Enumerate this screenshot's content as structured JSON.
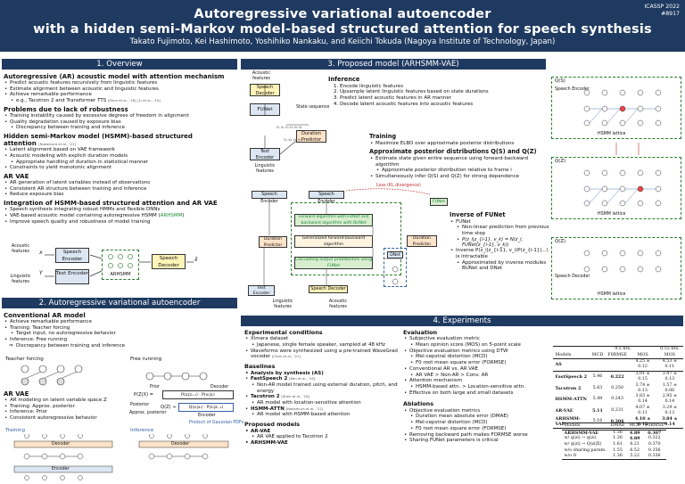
{
  "header": {
    "title_line1": "Autoregressive variational autoencoder",
    "title_line2": "with a hidden semi-Markov model-based structured attention for speech synthesis",
    "authors": "Takato Fujimoto, Kei Hashimoto, Yoshihiko Nankaku, and Keiichi Tokuda (Nagoya Institute of Technology, Japan)",
    "conference": "ICASSP 2022",
    "paper_id": "#8917"
  },
  "overview": {
    "title": "1. Overview",
    "h1": "Autoregressive (AR) acoustic model with attention mechanism",
    "b1": [
      "Predict acoustic features recursively from linguistic features",
      "Estimate alignment between acoustic and linguistic features",
      "Achieve remarkable performance"
    ],
    "b1_sub": "e.g., Tacotron 2 and Transformer TTS",
    "b1_sub_ref1": "[Shen et al., '18]",
    "b1_sub_ref2": "[Li et al., '19]",
    "h2": "Problems due to lack of robustness",
    "b2": [
      "Training instability caused by excessive degrees of freedom in alignment",
      "Quality degradation caused by exposure bias"
    ],
    "b2_sub": "Discrepancy between training and inference",
    "h3a": "Hidden semi-Markov model (HSMM)-based structured",
    "h3b": "attention",
    "h3_ref": "[Nakamura et al., '21]",
    "b3": [
      "Latent alignment based on VAE framework",
      "Acoustic modeling with explicit duration models"
    ],
    "b3_sub": "Appropriate handling of duration in statistical manner",
    "b3_last": "Constraints to yield monotonic alignment",
    "h4": "AR VAE",
    "b4": [
      "AR generation of latent variables instead of observations",
      "Consistent AR structure between training and inference",
      "Reduce exposure bias"
    ],
    "h5": "Integration of HSMM-based structured attention and AR VAE",
    "b5a": "Speech synthesis integrating robust HMMs and flexible DNNs",
    "b5b_pre": "VAE-based acoustic model containing autoregressive HSMM (",
    "b5b_green": "ARHSMM",
    "b5b_post": ")",
    "b5c": "Improve speech quality and robustness of model training",
    "diagram": {
      "acoustic_features": "Acoustic features",
      "x_top": "x",
      "x_hat": "x̂",
      "y_sym": "Y",
      "linguistic_features": "Linguistic features",
      "speech_encoder": "Speech Encoder",
      "text_encoder": "Text Encoder",
      "arhsmm": "ARHSMM",
      "speech_decoder": "Speech Decoder"
    }
  },
  "section2": {
    "title": "2. Autoregressive variational autoencoder",
    "h1": "Conventional AR model",
    "b1": [
      "Achieve remarkable performance",
      "Training: Teacher forcing"
    ],
    "b1_sub": "Target input, no autoregressive behavior",
    "b1_last": "Inference: Free running",
    "b1_arrow": "Discrepancy between training and inference",
    "teacher_forcing": "Teacher forcing",
    "free_running": "Free running",
    "h2": "AR VAE",
    "b2": [
      "AR modeling on latent variable space Z",
      "Training: Approx. posterior",
      "Inference: Prior",
      "Consistent autoregressive behavior"
    ],
    "prior_label": "Prior",
    "posterior_label": "Posterior",
    "approx_posterior": "Approx. posterior",
    "decoder_label": "Decoder",
    "encoder_label": "Encoder",
    "eq_prior": "P(Z|X) =",
    "eq_post": "Q(Z) ≈",
    "product_label": "Product of Gaussian PDFs",
    "training": "Training",
    "inference": "Inference",
    "decoder_bar": "Decoder",
    "encoder_bar": "Encoder"
  },
  "proposed": {
    "title": "3. Proposed model (ARHSMM-VAE)",
    "inference_title": "Inference",
    "inference_steps": [
      "1. Encode linguistic features",
      "2. Upsample latent linguistic features based on state durations",
      "3. Predict latent acoustic features in AR manner",
      "4. Decode latent acoustic features into acoustic features"
    ],
    "training_title": "Training",
    "training_items": [
      "Maximize ELBO over approximate posterior distributions"
    ],
    "approx_title": "Approximate posterior distributions Q(S) and Q(Z)",
    "approx_items": [
      "Estimate state given entire sequence using forward-backward algorithm",
      "Simultaneously infer Q(S) and Q(Z) for strong dependence"
    ],
    "approx_sub": "Approximate posterior distribution relative to frame i",
    "inverse_title": "Inverse of FUNet",
    "inverse_items": [
      "FUNet",
      "Inverse P(z_i|z_{i-1}, v_i)P(z_{i-1}|...) is intractable",
      "Approximated by inverse modules BUNet and DNet"
    ],
    "inverse_sub": "Non-linear prediction from previous time step",
    "funet_eq": "P(z_i|z_{i-1}, v_k) = N(z_i; FUNet(z_{i-1}, v_k))",
    "top_diagram": {
      "acoustic_features": "Acoustic features",
      "speech_decoder": "Speech Decoder",
      "funet": "FUNet",
      "state_sequence": "State sequence",
      "duration_predictor": "Duration Predictor",
      "text_encoder": "Text Encoder",
      "linguistic_features": "Linguistic features"
    },
    "mid_diagram": {
      "speech_encoder": "Speech Encoder",
      "loss": "Loss (KL divergence)",
      "fwd_bwd": "Forward algorithm with FUNet and backward algorithm with BUNet",
      "generalized_fb": "Generalized forward-backward algorithm",
      "duration_predictor": "Duration Predictor",
      "calc_output": "Calculating output probabilities using FUNet",
      "funet": "FUNet",
      "dnet": "DNet",
      "text_encoder": "Text Encoder",
      "speech_decoder": "Speech Decoder",
      "linguistic_features": "Linguistic features",
      "acoustic_features": "Acoustic features"
    },
    "state_graphs": {
      "p_label": "Q(S)",
      "q_label": "Q(Z)",
      "hsmm_label": "HSMM lattice",
      "speech_encoder": "Speech Encoder",
      "speech_decoder": "Speech Decoder"
    }
  },
  "experiments": {
    "title": "4. Experiments",
    "cond_title": "Experimental conditions",
    "cond_items": [
      "Ximera dataset",
      "Waveforms were synthesized using a pre-trained WaveGrad vocoder"
    ],
    "cond_sub": [
      "Japanese, single female speaker, sampled at 48 kHz"
    ],
    "cond_ref": "[Chen et al., '21]",
    "base_title": "Baselines",
    "base_items": [
      {
        "name": "Analysis by synthesis (AS)",
        "ref": "",
        "sub": ""
      },
      {
        "name": "FastSpeech 2",
        "ref": "[Ren et al., '20]",
        "sub": "Non-AR model trained using external duration, pitch, and energy"
      },
      {
        "name": "Tacotron 2",
        "ref": "[Shen et al., '18]",
        "sub": "AR model with location-sensitive attention"
      },
      {
        "name": "HSMM-ATTN",
        "ref": "[Nakamura et al., '21]",
        "sub": "AR model with HSMM-based attention"
      }
    ],
    "prop_title": "Proposed models",
    "prop_items": [
      {
        "name": "AR-VAE",
        "sub": "AR VAE applied to Tacotron 2"
      },
      {
        "name": "ARHSMM-VAE",
        "sub": ""
      }
    ],
    "eval_title": "Evaluation",
    "eval_items": [
      "Subjective evaluation metric",
      "Objective evaluation metrics using DTW",
      "Conventional AR vs. AR VAE",
      "Attention mechanism",
      "Effective on both large and small datasets"
    ],
    "eval_sub": {
      "0": [
        "Mean opinion score (MOS) on 5-point scale"
      ],
      "1": [
        "Mel-cepstral distortion (MCD)",
        "F0 root mean square error (FORMSE)"
      ],
      "2": [
        "AR VAE > Non-AR > Conv. AR"
      ],
      "3": [
        "HSMM-based attn. > Location-sensitive attn."
      ]
    },
    "abl_title": "Ablations",
    "abl_items": [
      "Objective evaluation metrics",
      "Removing backward path makes FORMSE worse",
      "Sharing FUNet parameters is critical"
    ],
    "abl_sub": [
      "Duration mean absolute error (DMAE)",
      "Mel-cepstral distortion (MCD)",
      "F0 root mean square error (FORMSE)"
    ],
    "table1": {
      "group1": "9.5 hrs.",
      "group2": "0.55 hrs.",
      "headers": [
        "Models",
        "MCD",
        "F0RMSE",
        "MOS",
        "MOS"
      ],
      "rows": [
        [
          "AS",
          "",
          "",
          "4.25 ± 0.12",
          "4.53 ± 0.11"
        ],
        [
          "FastSpeech 2",
          "5.46",
          "0.222",
          "3.91 ± 0.15",
          "3.47 ± 0.13"
        ],
        [
          "Tacotron 2",
          "5.63",
          "0.250",
          "3.74 ± 0.13",
          "1.57 ± 0.06"
        ],
        [
          "HSMM-ATTN",
          "5.49",
          "0.243",
          "3.83 ± 0.14",
          "2.95 ± 0.14"
        ],
        [
          "AR-VAE",
          "5.11",
          "0.231",
          "4.07 ± 0.11",
          "3.29 ± 0.13"
        ],
        [
          "ARHSMM-VAE",
          "5.16",
          "0.206",
          "4.10 ± 0.12",
          "3.84 ± 0.14"
        ]
      ]
    },
    "table2": {
      "headers": [
        "Models",
        "DMAE",
        "MCD",
        "F0RMSE"
      ],
      "rows": [
        [
          "ARHSMM-VAE",
          "1.36",
          "4.89",
          "0.307"
        ],
        [
          "w/ q(zi) → q(zi)",
          "1.36",
          "4.89",
          "0.322"
        ],
        [
          "w/ q(zi) → Q(zi|X)",
          "1.61",
          "6.21",
          "0.370"
        ],
        [
          "w/o sharing param.",
          "1.55",
          "6.52",
          "0.356"
        ],
        [
          "w/o Ʋ",
          "1.36",
          "5.22",
          "0.336"
        ]
      ]
    }
  },
  "colors": {
    "header_bg": "#1f3a60",
    "accent_green": "#1c8a3a",
    "box_blue": "#dce6f3",
    "box_yellow": "#fff4b8",
    "box_orange": "#fde3c8",
    "dash_red": "#c42d2d"
  }
}
